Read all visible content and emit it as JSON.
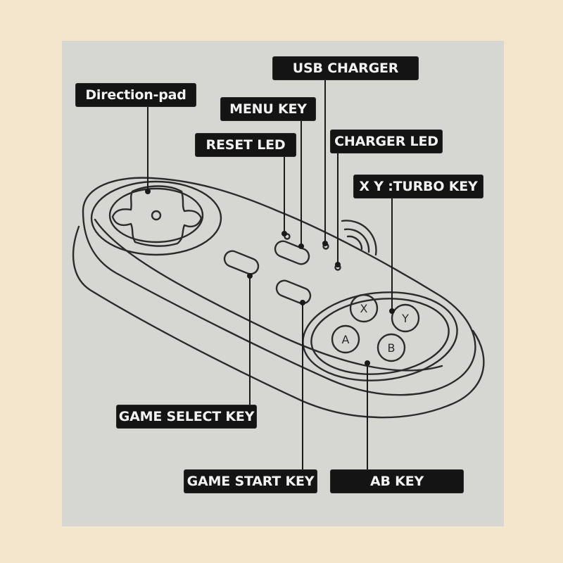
{
  "diagram": {
    "labels": {
      "usb_charger": "USB CHARGER",
      "direction_pad": "Direction-pad",
      "menu_key": "MENU KEY",
      "reset_led": "RESET LED",
      "charger_led": "CHARGER LED",
      "xy_turbo_key": "X Y :TURBO KEY",
      "game_select_key": "GAME SELECT KEY",
      "game_start_key": "GAME START KEY",
      "ab_key": "AB KEY"
    },
    "buttons": {
      "x": "X",
      "y": "Y",
      "a": "A",
      "b": "B"
    },
    "colors": {
      "background": "#f4e6cc",
      "paper": "#d6d6d2",
      "ink": "#2b2b2b",
      "label_bg": "#141414",
      "label_text": "#f2f2f2"
    }
  }
}
